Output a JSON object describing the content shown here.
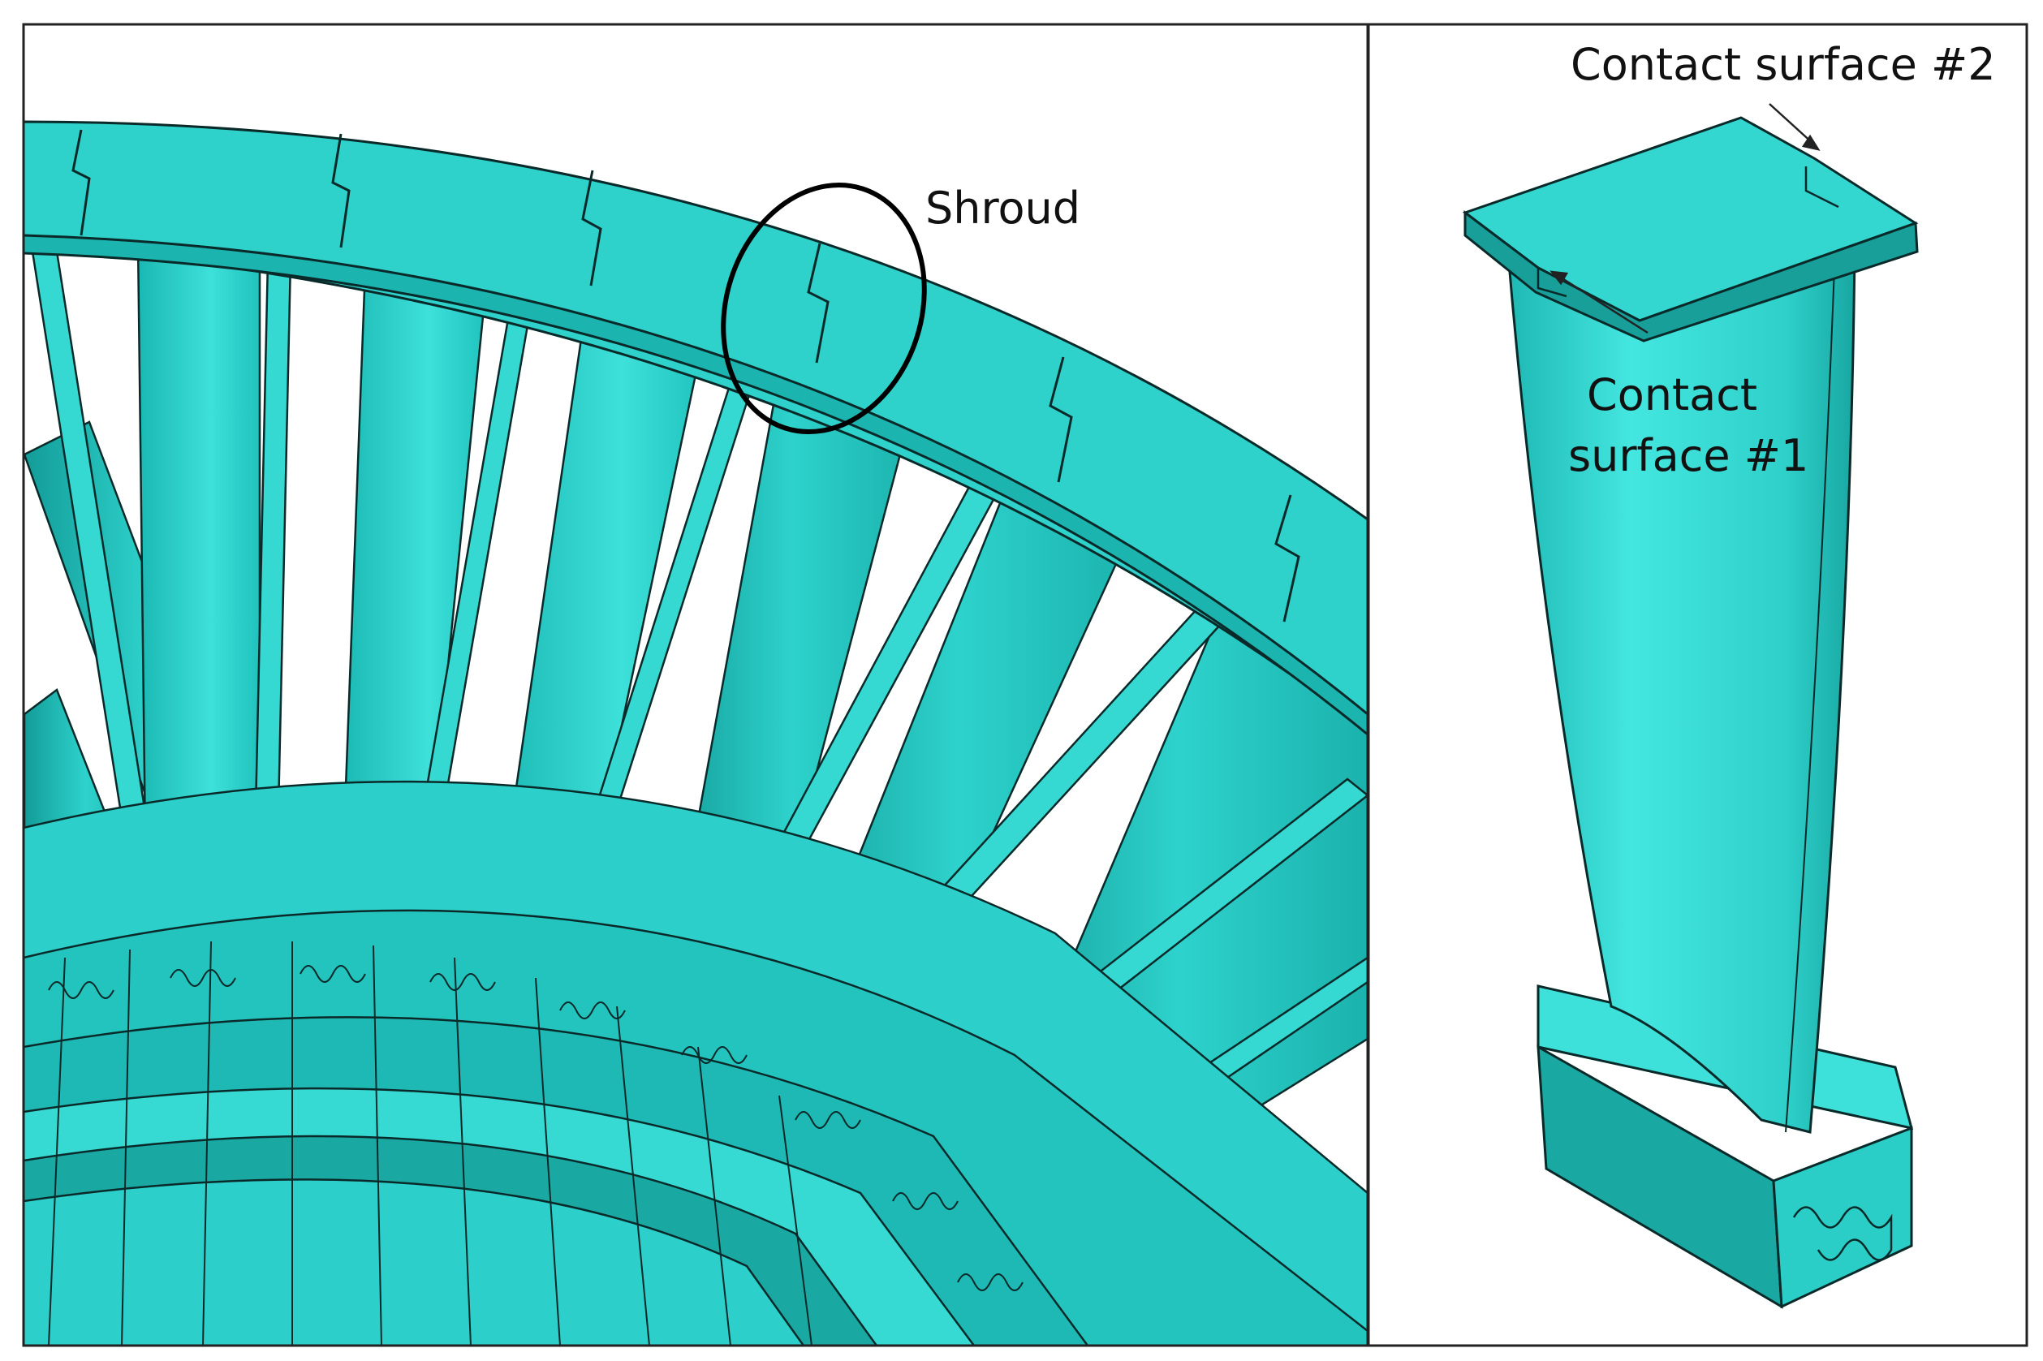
{
  "panels": {
    "left": {
      "annotation": "Shroud"
    },
    "right": {
      "annotation_top": "Contact surface #2",
      "annotation_mid_line1": "Contact",
      "annotation_mid_line2": "surface #1"
    }
  },
  "colors": {
    "teal_base": "#21c6c0",
    "teal_light": "#40e2dc",
    "teal_dark": "#139c98",
    "edge": "#0a2a2a",
    "frame": "#222222",
    "background": "#ffffff"
  }
}
